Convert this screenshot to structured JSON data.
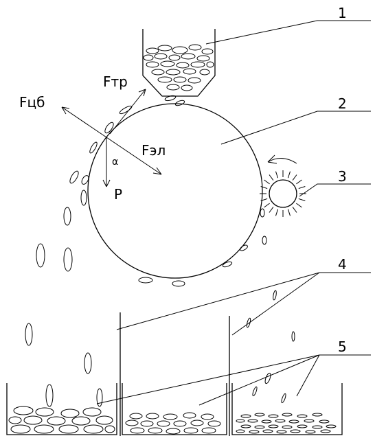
{
  "labels": {
    "n1": "1",
    "n2": "2",
    "n3": "3",
    "n4": "4",
    "n5": "5"
  },
  "forces": {
    "ftr": "Fтр",
    "fcb": "Fцб",
    "fel": "Fэл",
    "p": "P",
    "alpha": "α"
  }
}
